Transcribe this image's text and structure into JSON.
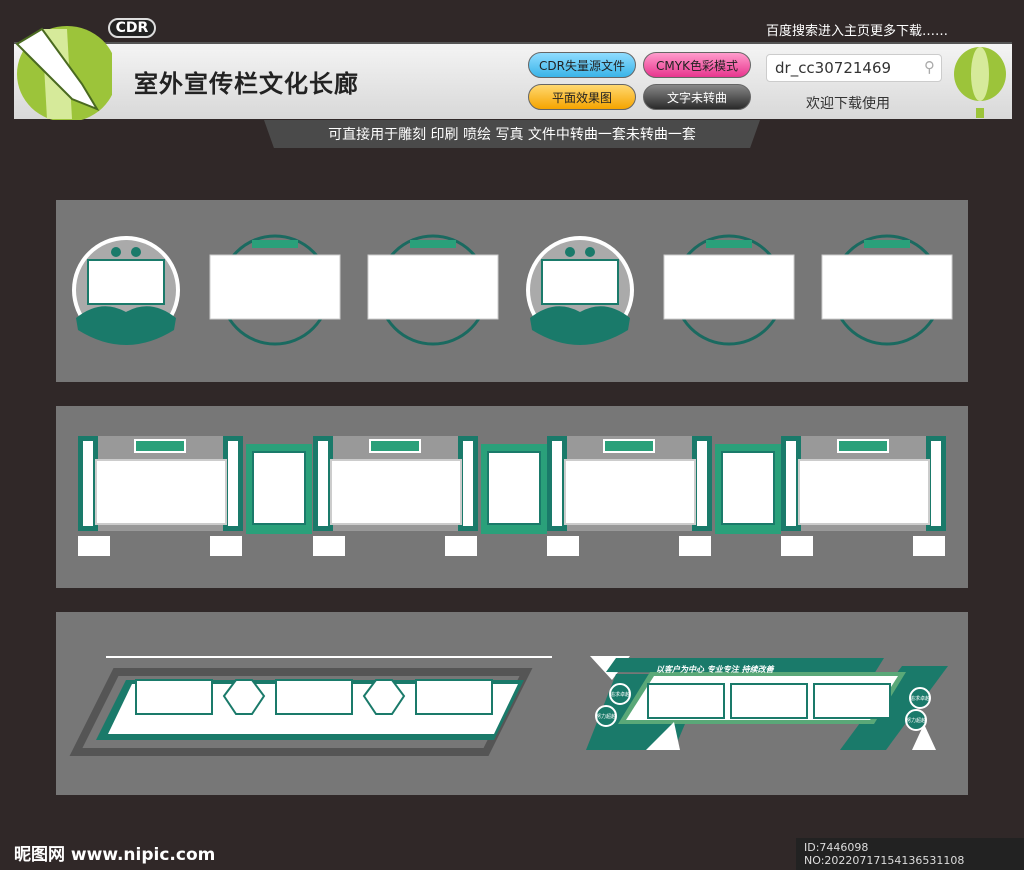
{
  "header": {
    "badge": "CDR",
    "top_right": "百度搜索进入主页更多下载……",
    "title": "室外宣传栏文化长廊",
    "pills": [
      {
        "label": "CDR失量源文件",
        "color": "#3ab4e8"
      },
      {
        "label": "CMYK色彩模式",
        "color": "#e8358e"
      },
      {
        "label": "平面效果图",
        "color": "#f5a400"
      },
      {
        "label": "文字未转曲",
        "color": "#3a3a3a"
      }
    ],
    "search_value": "dr_cc30721469",
    "welcome": "欢迎下载使用",
    "subtitle": "可直接用于雕刻 印刷 喷绘 写真  文件中转曲一套未转曲一套"
  },
  "design3": {
    "slogan": "以客户为中心  专业专注  持续改善",
    "badges": [
      "追求卓越",
      "努力超越",
      "追求卓越",
      "努力超越"
    ]
  },
  "footer": {
    "logo": "昵图网 www.nipic.com",
    "id": "ID:7446098 NO:20220717154136531108"
  },
  "colors": {
    "teal": "#1a7a6a",
    "green": "#2aa07a",
    "bg": "#302828",
    "panel": "#777777"
  }
}
